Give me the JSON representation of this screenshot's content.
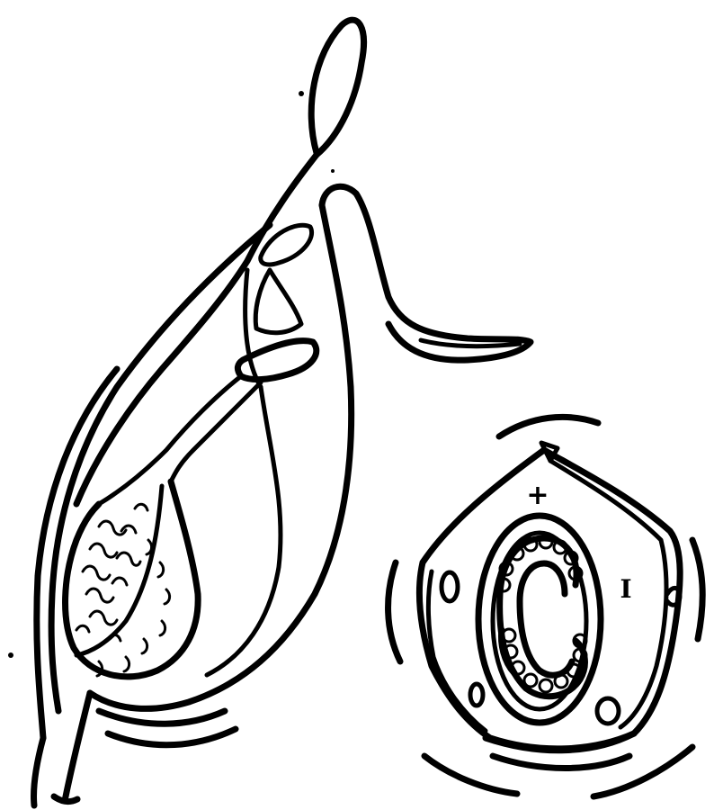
{
  "figure": {
    "ink_color": "#000000",
    "background_color": "#ffffff",
    "left_drawing": "longitudinal-section-sketch",
    "right_drawing": "transverse-section-sketch"
  },
  "labels": {
    "upper_mark": "+",
    "right_mark": "I"
  }
}
